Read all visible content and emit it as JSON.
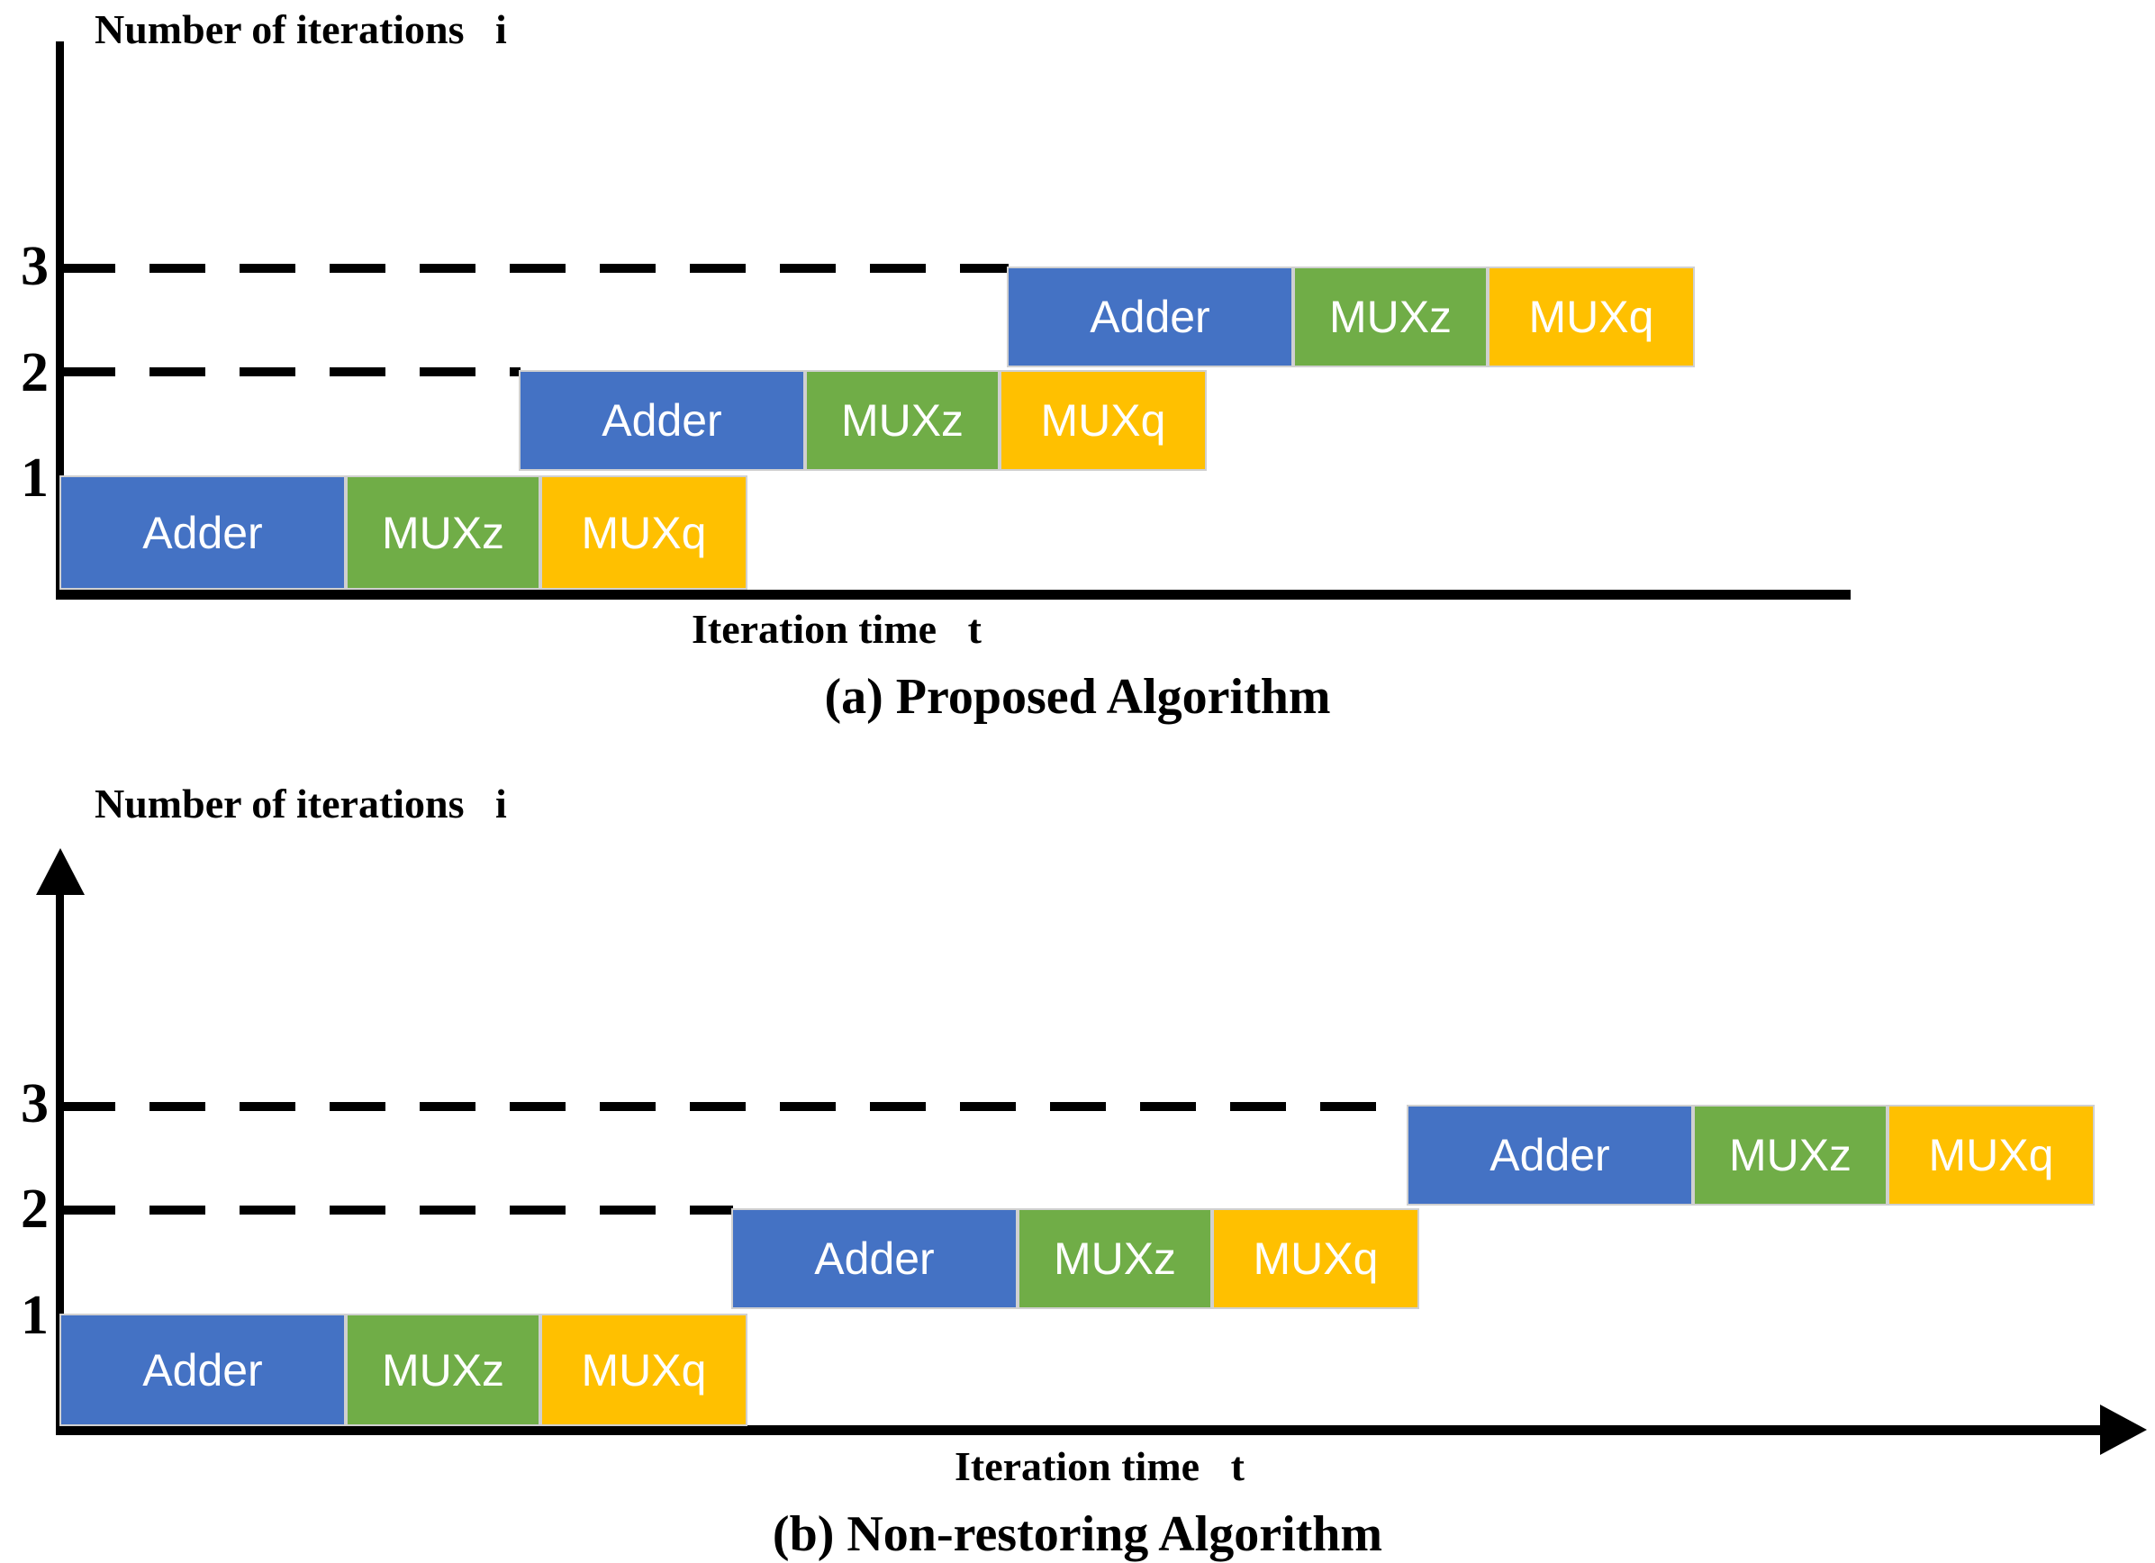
{
  "figure": {
    "block_labels": {
      "adder": "Adder",
      "muxz": "MUXz",
      "muxq": "MUXq"
    },
    "colors": {
      "adder": "#4472C4",
      "muxz": "#70AD47",
      "muxq": "#FFC000",
      "axis": "#000000",
      "block_border": "#D0D0D0",
      "block_text": "#FFFFFF",
      "background": "#FFFFFF"
    }
  },
  "charts": [
    {
      "id": "proposed",
      "y_axis_title": "Number of iterations   i",
      "x_axis_title": "Iteration time   t",
      "caption": "(a) Proposed Algorithm",
      "y_ticks": [
        "3",
        "2",
        "1"
      ],
      "y_axis_arrow": false,
      "x_axis_arrow": false
    },
    {
      "id": "non-restoring",
      "y_axis_title": "Number of iterations   i",
      "x_axis_title": "Iteration time   t",
      "caption": "(b) Non-restoring Algorithm",
      "y_ticks": [
        "3",
        "2",
        "1"
      ],
      "y_axis_arrow": true,
      "x_axis_arrow": true
    }
  ],
  "chart_data": [
    {
      "type": "bar",
      "title": "(a) Proposed Algorithm",
      "xlabel": "Iteration time   t",
      "ylabel": "Number of iterations   i",
      "orientation": "horizontal-gantt",
      "grid": "dashed-horizontal at i=2 and i=3",
      "yticks": [
        1,
        2,
        3
      ],
      "ylim": [
        0,
        3.6
      ],
      "xlim": [
        0,
        2.62
      ],
      "legend": [
        "Adder",
        "MUXz",
        "MUXq"
      ],
      "series": [
        {
          "name": "Adder",
          "color": "#4472C4",
          "bars": [
            {
              "iteration": 1,
              "start": 0.0,
              "duration": 0.44
            },
            {
              "iteration": 2,
              "start": 0.7,
              "duration": 0.44
            },
            {
              "iteration": 3,
              "start": 1.44,
              "duration": 0.44
            }
          ]
        },
        {
          "name": "MUXz",
          "color": "#70AD47",
          "bars": [
            {
              "iteration": 1,
              "start": 0.44,
              "duration": 0.3
            },
            {
              "iteration": 2,
              "start": 1.14,
              "duration": 0.3
            },
            {
              "iteration": 3,
              "start": 1.88,
              "duration": 0.3
            }
          ]
        },
        {
          "name": "MUXq",
          "color": "#FFC000",
          "bars": [
            {
              "iteration": 1,
              "start": 0.74,
              "duration": 0.32
            },
            {
              "iteration": 2,
              "start": 1.44,
              "duration": 0.32
            },
            {
              "iteration": 3,
              "start": 2.18,
              "duration": 0.32
            }
          ]
        }
      ],
      "gridlines": [
        {
          "y": 3,
          "x_end": 1.44
        },
        {
          "y": 2,
          "x_end": 0.7
        }
      ]
    },
    {
      "type": "bar",
      "title": "(b) Non-restoring Algorithm",
      "xlabel": "Iteration time   t",
      "ylabel": "Number of iterations   i",
      "orientation": "horizontal-gantt",
      "grid": "dashed-horizontal at i=2 and i=3",
      "yticks": [
        1,
        2,
        3
      ],
      "ylim": [
        0,
        3.6
      ],
      "xlim": [
        0,
        3.1
      ],
      "legend": [
        "Adder",
        "MUXz",
        "MUXq"
      ],
      "series": [
        {
          "name": "Adder",
          "color": "#4472C4",
          "bars": [
            {
              "iteration": 1,
              "start": 0.0,
              "duration": 0.44
            },
            {
              "iteration": 2,
              "start": 1.03,
              "duration": 0.44
            },
            {
              "iteration": 3,
              "start": 2.06,
              "duration": 0.44
            }
          ]
        },
        {
          "name": "MUXz",
          "color": "#70AD47",
          "bars": [
            {
              "iteration": 1,
              "start": 0.44,
              "duration": 0.3
            },
            {
              "iteration": 2,
              "start": 1.47,
              "duration": 0.3
            },
            {
              "iteration": 3,
              "start": 2.5,
              "duration": 0.3
            }
          ]
        },
        {
          "name": "MUXq",
          "color": "#FFC000",
          "bars": [
            {
              "iteration": 1,
              "start": 0.74,
              "duration": 0.32
            },
            {
              "iteration": 2,
              "start": 1.77,
              "duration": 0.32
            },
            {
              "iteration": 3,
              "start": 2.8,
              "duration": 0.32
            }
          ]
        }
      ],
      "gridlines": [
        {
          "y": 3,
          "x_end": 2.06
        },
        {
          "y": 2,
          "x_end": 1.03
        }
      ]
    }
  ]
}
